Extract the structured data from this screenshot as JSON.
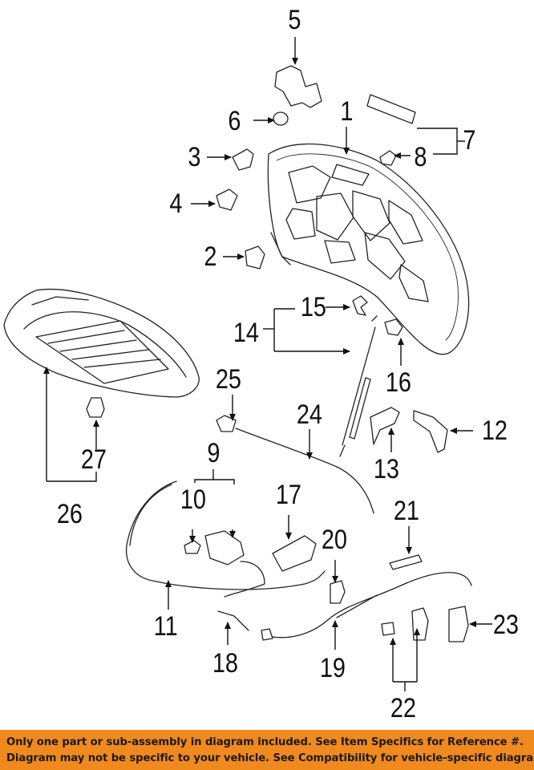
{
  "callouts": {
    "c1": "1",
    "c2": "2",
    "c3": "3",
    "c4": "4",
    "c5": "5",
    "c6": "6",
    "c7": "7",
    "c8": "8",
    "c9": "9",
    "c10": "10",
    "c11": "11",
    "c12": "12",
    "c13": "13",
    "c14": "14",
    "c15": "15",
    "c16": "16",
    "c17": "17",
    "c18": "18",
    "c19": "19",
    "c20": "20",
    "c21": "21",
    "c22": "22",
    "c23": "23",
    "c24": "24",
    "c25": "25",
    "c26": "26",
    "c27": "27"
  },
  "footer": {
    "line1": "Only one part or sub-assembly in diagram included. See Item Specifics for Reference #.",
    "line2": "Diagram may not be specific to your vehicle. See Compatibility for vehicle-specific diagrams.",
    "background_color": "#f08a1f"
  }
}
